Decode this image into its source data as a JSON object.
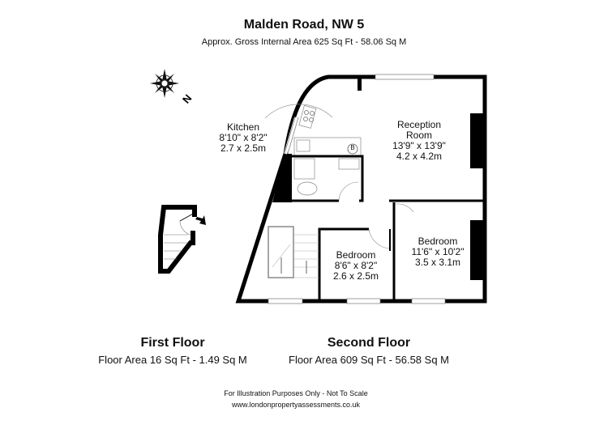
{
  "header": {
    "title": "Malden Road, NW 5",
    "subtitle": "Approx. Gross Internal Area 625 Sq Ft - 58.06 Sq M"
  },
  "rooms": [
    {
      "name": "Kitchen",
      "imperial": "8'10\" x 8'2\"",
      "metric": "2.7 x 2.5m"
    },
    {
      "name_line1": "Reception",
      "name_line2": "Room",
      "imperial": "13'9\" x 13'9\"",
      "metric": "4.2 x 4.2m"
    },
    {
      "name": "Bedroom",
      "imperial": "11'6\" x 10'2\"",
      "metric": "3.5 x 3.1m"
    },
    {
      "name": "Bedroom",
      "imperial": "8'6\" x 8'2\"",
      "metric": "2.6 x 2.5m"
    }
  ],
  "boiler_label": "B",
  "compass_label": "N",
  "floors": [
    {
      "name": "First Floor",
      "area": "Floor Area 16 Sq Ft - 1.49 Sq M"
    },
    {
      "name": "Second Floor",
      "area": "Floor Area 609 Sq Ft - 56.58 Sq M"
    }
  ],
  "footer": {
    "disclaimer": "For Illustration Purposes Only - Not To Scale",
    "website": "www.londonpropertyassessments.co.uk"
  }
}
